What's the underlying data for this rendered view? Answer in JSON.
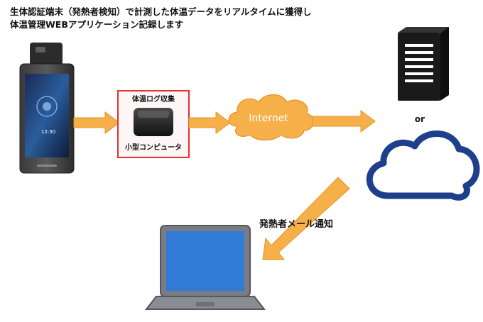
{
  "caption": {
    "line1": "生体認証端末（発熱者検知）で計測した体温データをリアルタイムに獲得し",
    "line2": "体温管理WEBアプリケーション記録します"
  },
  "terminal": {
    "clock": "12:30"
  },
  "collector": {
    "title": "体温ログ収集",
    "subtitle": "小型コンピュータ"
  },
  "internet": {
    "label": "Internet"
  },
  "or_label": "or",
  "notification": {
    "label": "発熱者メール通知"
  },
  "colors": {
    "arrow_fill": "#f6b04a",
    "arrow_stroke": "#e59324",
    "collector_border": "#e03232",
    "cloud_outline": "#1d3f8c",
    "server": "#1a1a1a",
    "laptop_screen": "#2f7bd6",
    "laptop_body": "#7a7c84"
  }
}
